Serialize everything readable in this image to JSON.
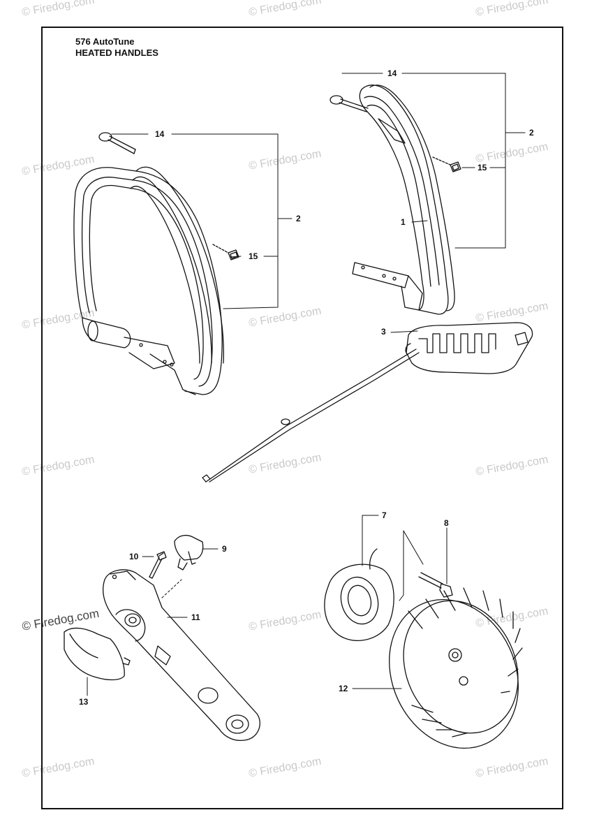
{
  "page": {
    "model": "576 AutoTune",
    "section": "HEATED HANDLES"
  },
  "watermark": {
    "text": "© Firedog.com",
    "color": "#c9c9c9"
  },
  "callouts": {
    "c14_left": "14",
    "c2_left": "2",
    "c15_left": "15",
    "c14_right": "14",
    "c2_right": "2",
    "c15_right": "15",
    "c1": "1",
    "c3": "3",
    "c7": "7",
    "c8": "8",
    "c9": "9",
    "c10": "10",
    "c11": "11",
    "c12": "12",
    "c13": "13"
  }
}
